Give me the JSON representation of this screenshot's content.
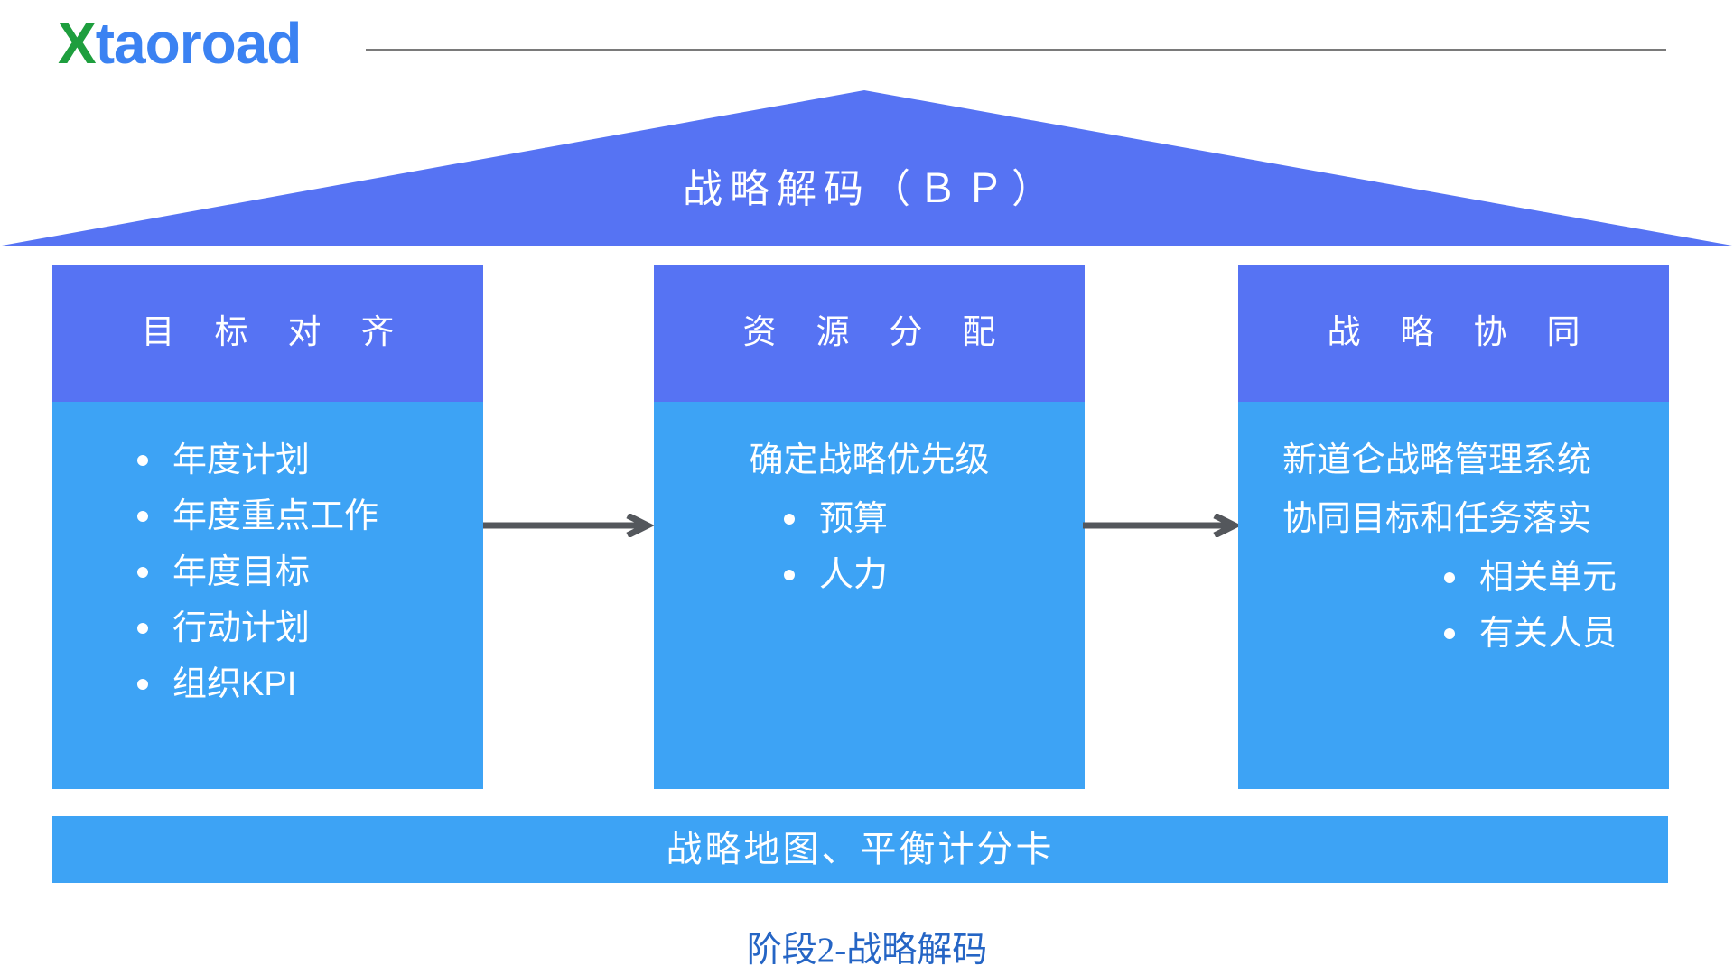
{
  "logo": {
    "x": "X",
    "rest": "taoroad"
  },
  "banner": {
    "title": "战略解码（ＢＰ）"
  },
  "columns": [
    {
      "header": "目标对齐",
      "intro": [],
      "bullets": [
        "年度计划",
        "年度重点工作",
        "年度目标",
        "行动计划",
        "组织KPI"
      ]
    },
    {
      "header": "资源分配",
      "intro": [
        "确定战略优先级"
      ],
      "bullets": [
        "预算",
        "人力"
      ]
    },
    {
      "header": "战略协同",
      "intro": [
        "新道仑战略管理系统",
        "协同目标和任务落实"
      ],
      "bullets": [
        "相关单元",
        "有关人员"
      ]
    }
  ],
  "footer_bar": {
    "label": "战略地图、平衡计分卡"
  },
  "caption": {
    "label": "阶段2-战略解码"
  },
  "colors": {
    "header_blue": "#5673F3",
    "body_blue": "#3DA3F5",
    "arrow_gray": "#54575C",
    "caption_blue": "#2565C5",
    "logo_green": "#1E9E3E",
    "logo_blue": "#3B82F2",
    "rule_gray": "#7a7a7a",
    "text_white": "#ffffff"
  }
}
